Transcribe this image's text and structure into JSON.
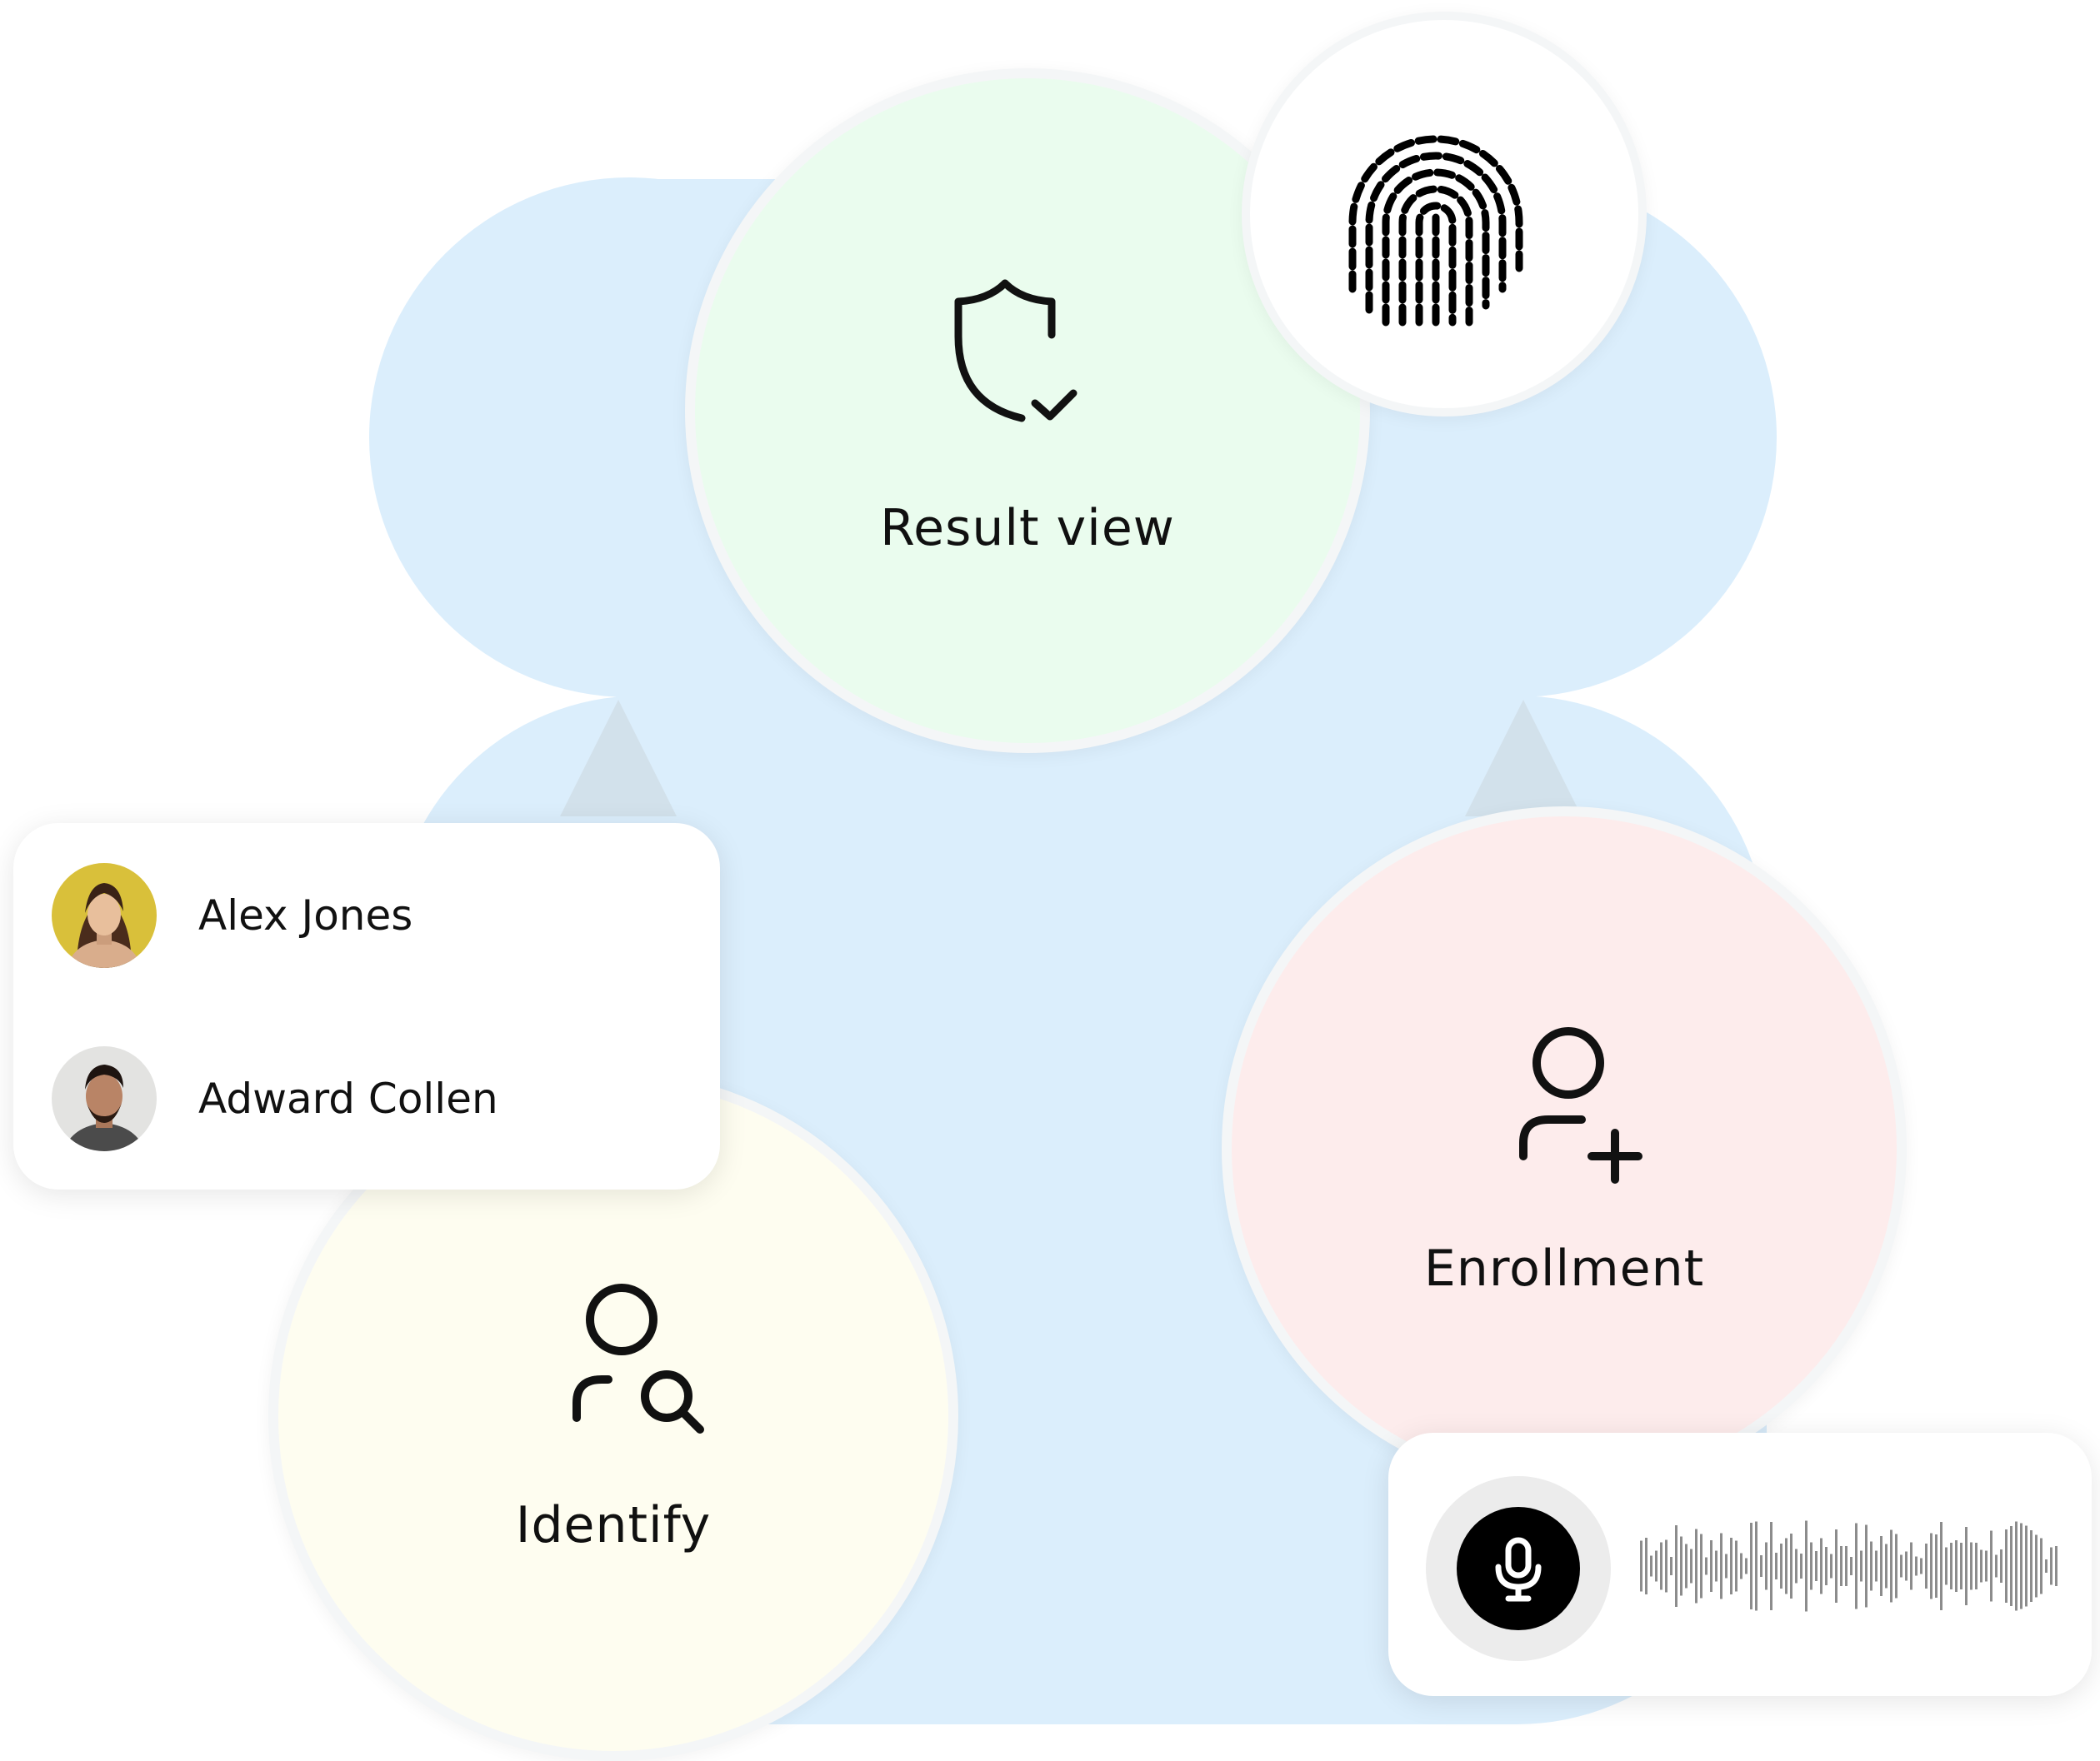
{
  "colors": {
    "backdrop": "#dbeefc",
    "result_view_fill": "#eafcee",
    "identify_fill": "#fefdf0",
    "enrollment_fill": "#fdecec",
    "fingerprint_fill": "#ffffff",
    "waveform": "#8c8c8c"
  },
  "nodes": {
    "result_view": {
      "label": "Result view",
      "icon": "shield-check-icon"
    },
    "fingerprint": {
      "icon": "fingerprint-icon"
    },
    "enrollment": {
      "label": "Enrollment",
      "icon": "user-plus-icon"
    },
    "identify": {
      "label": "Identify",
      "icon": "user-search-icon"
    }
  },
  "people_card": {
    "people": [
      {
        "name": "Alex Jones",
        "avatar": "avatar-woman"
      },
      {
        "name": "Adward Collen",
        "avatar": "avatar-man"
      }
    ]
  },
  "voice_card": {
    "mic_icon": "microphone-icon",
    "waveform_icon": "audio-waveform-icon"
  }
}
